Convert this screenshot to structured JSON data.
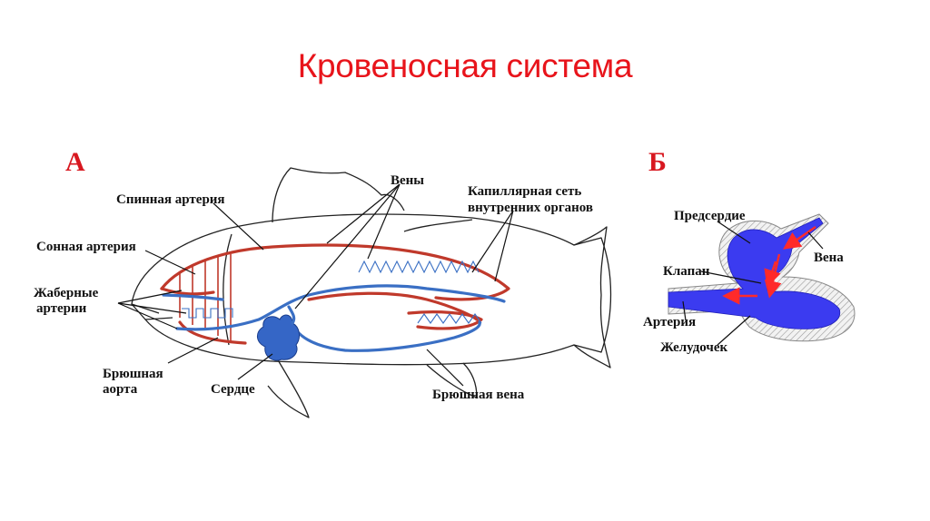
{
  "title": "Кровеносная система",
  "panel_a": {
    "letter": "А",
    "labels": {
      "veins": "Вены",
      "capillary_1": "Капиллярная сеть",
      "capillary_2": "внутренних органов",
      "dorsal_artery": "Спинная артерия",
      "carotid_artery": "Сонная артерия",
      "gill_arteries_1": "Жаберные",
      "gill_arteries_2": "артерии",
      "ventral_aorta_1": "Брюшная",
      "ventral_aorta_2": "аорта",
      "heart": "Сердце",
      "ventral_vein": "Брюшная вена"
    }
  },
  "panel_b": {
    "letter": "Б",
    "labels": {
      "atrium": "Предсердие",
      "vein": "Вена",
      "valve": "Клапан",
      "artery": "Артерия",
      "ventricle": "Желудочек"
    }
  },
  "colors": {
    "title": "#e8141b",
    "artery": "#c0392b",
    "vein": "#3a6fc4",
    "heart_fill": "#3b3bf0",
    "arrow": "#ff2a2a"
  }
}
